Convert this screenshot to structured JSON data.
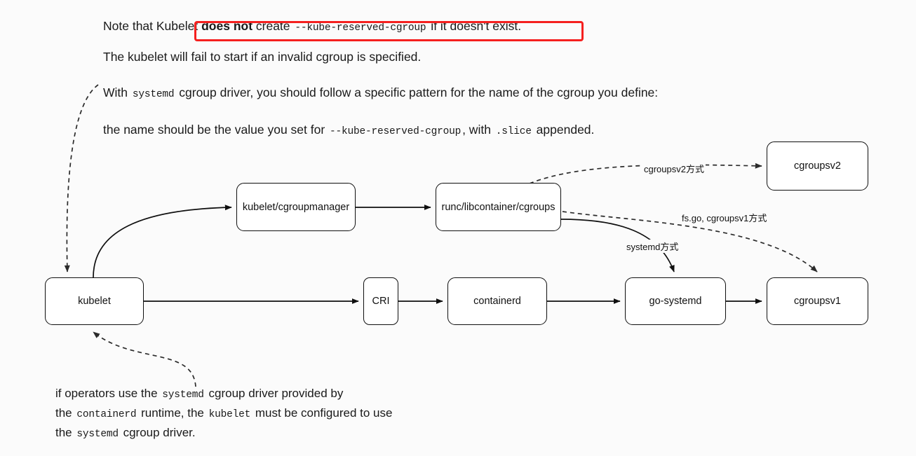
{
  "prose": {
    "line1": {
      "seg1": "Note that Kubelet ",
      "strong": "does not",
      "seg2": " create ",
      "code": "--kube-reserved-cgroup",
      "seg3": " if it doesn't exist."
    },
    "line2": "The kubelet will fail to start if an invalid cgroup is specified.",
    "line3": {
      "seg1": "With ",
      "code": "systemd",
      "seg2": " cgroup driver, you should follow a specific pattern for the name of the cgroup you define:"
    },
    "line4": {
      "seg1": "the name should be the value you set for ",
      "code1": "--kube-reserved-cgroup",
      "seg2": ", with ",
      "code2": ".slice",
      "seg3": " appended."
    }
  },
  "highlight": {
    "color": "#f5201f",
    "name": "red-highlight-box"
  },
  "diagram": {
    "nodes": [
      {
        "id": "kubelet",
        "label": "kubelet"
      },
      {
        "id": "cgroupmanager",
        "label": "kubelet/cgroupmanager"
      },
      {
        "id": "runc",
        "label": "runc/libcontainer/cgroups"
      },
      {
        "id": "cgroupsv2",
        "label": "cgroupsv2"
      },
      {
        "id": "cri",
        "label": "CRI"
      },
      {
        "id": "containerd",
        "label": "containerd"
      },
      {
        "id": "gosystemd",
        "label": "go-systemd"
      },
      {
        "id": "cgroupsv1",
        "label": "cgroupsv1"
      }
    ],
    "edge_labels": [
      {
        "id": "cgroupsv2-way",
        "text": "cgroupsv2方式"
      },
      {
        "id": "fsgo-way",
        "text": "fs.go, cgroupsv1方式"
      },
      {
        "id": "systemd-way",
        "text": "systemd方式"
      }
    ]
  },
  "caption": {
    "line1": {
      "seg1": "if operators use the ",
      "code": "systemd",
      "seg2": " cgroup driver provided by"
    },
    "line2": {
      "seg1": "the ",
      "code1": "containerd",
      "seg2": " runtime, the ",
      "code2": "kubelet",
      "seg3": " must be configured to use"
    },
    "line3": {
      "seg1": "the ",
      "code": "systemd",
      "seg2": " cgroup driver."
    }
  }
}
